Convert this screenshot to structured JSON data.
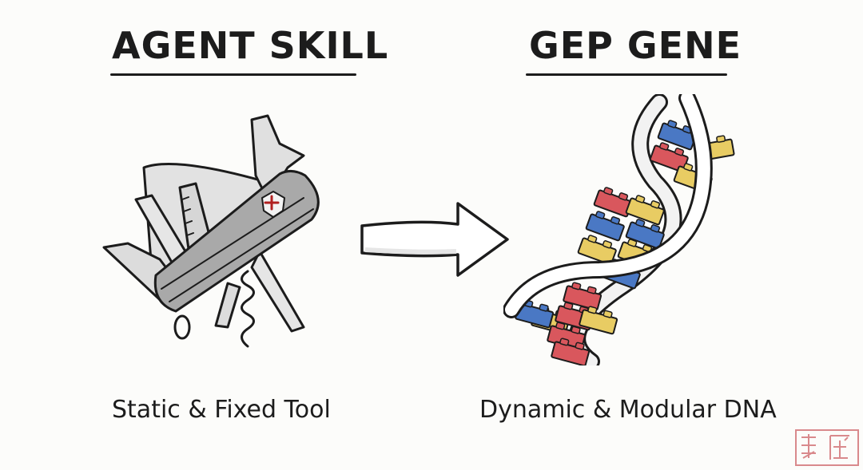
{
  "left_panel": {
    "title": "AGENT SKILL",
    "caption": "Static & Fixed Tool",
    "icon": "swiss-army-knife"
  },
  "right_panel": {
    "title": "GEP GENE",
    "caption": "Dynamic & Modular DNA",
    "icon": "dna-double-helix-of-lego-bricks"
  },
  "connector": {
    "icon": "right-arrow"
  },
  "colors": {
    "ink": "#1c1c1c",
    "knife_body": "#a9a9a9",
    "blade": "#e2e2e2",
    "brick_red": "#d9575d",
    "brick_blue": "#4a78c4",
    "brick_yellow": "#e8cc63",
    "helix_strand": "#ffffff",
    "seal": "#d9898c"
  }
}
